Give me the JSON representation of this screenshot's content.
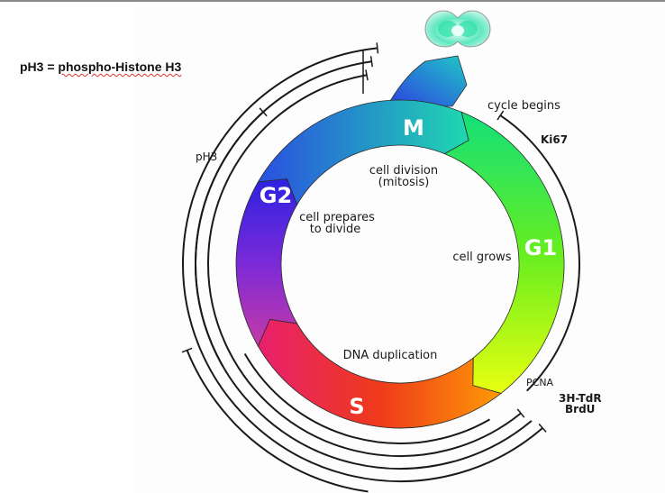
{
  "note": {
    "prefix": "pH3 = ",
    "term": "phospho-Histone H3"
  },
  "phases": [
    {
      "id": "M",
      "label": "M",
      "description_lines": [
        "cell division",
        "(mitosis)"
      ],
      "colors": [
        "#2a4fe0",
        "#1fd8b0"
      ]
    },
    {
      "id": "G1",
      "label": "G1",
      "description_lines": [
        "cell grows"
      ],
      "colors": [
        "#12e07a",
        "#e8ff10"
      ]
    },
    {
      "id": "S",
      "label": "S",
      "description_lines": [
        "DNA duplication"
      ],
      "colors": [
        "#ff9a05",
        "#e8245e"
      ]
    },
    {
      "id": "G2",
      "label": "G2",
      "description_lines": [
        "cell prepares",
        "to divide"
      ],
      "colors": [
        "#d0309a",
        "#2d22e0"
      ]
    }
  ],
  "annotations": {
    "cycle_begins": "cycle begins"
  },
  "markers": [
    {
      "id": "ki67",
      "label": "Ki67"
    },
    {
      "id": "pcna",
      "label": "PCNA"
    },
    {
      "id": "3htdr",
      "label": "3H-TdR"
    },
    {
      "id": "brdu",
      "label": "BrdU"
    },
    {
      "id": "ph3",
      "label": "pH3"
    }
  ],
  "colors": {
    "arc_stroke": "#1a1a1a",
    "daughter_cell_fill": "#3de0b0",
    "daughter_cell_outline": "#9a9a9a",
    "squiggle": "#e03030"
  }
}
